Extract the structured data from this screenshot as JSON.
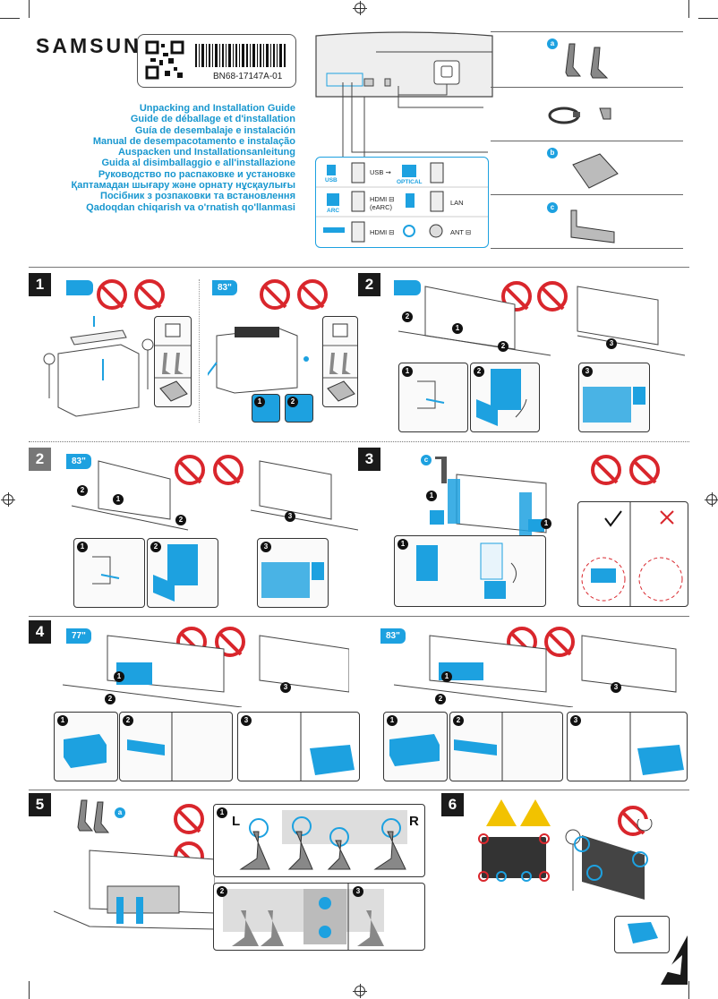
{
  "brand": "SAMSUNG",
  "model_code": "BN68-17147A-01",
  "titles": [
    "Unpacking and Installation Guide",
    "Guide de déballage et d'installation",
    "Guía de desembalaje e instalación",
    "Manual de desempacotamento e instalação",
    "Auspacken und Installationsanleitung",
    "Guida al disimballaggio e all'installazione",
    "Руководство по распаковке и установке",
    "Қаптамадан шығару және орнату нұсқаулығы",
    "Посібник з розпаковки та встановлення",
    "Qadoqdan chiqarish va o'rnatish qo'llanmasi"
  ],
  "ports": {
    "usb_label": "USB",
    "usb_power": "USB ⇝",
    "optical_label": "OPTICAL",
    "arc_label": "ARC",
    "hdmi_earc": "HDMI ⊟\n(eARC)",
    "lan": "LAN",
    "hdmi": "HDMI ⊟",
    "ant": "ANT ⊟"
  },
  "accessories": {
    "a": "a",
    "b": "b",
    "c": "c"
  },
  "steps": {
    "s1": "1",
    "s2": "2",
    "s2b": "2",
    "s3": "3",
    "s4": "4",
    "s5": "5",
    "s6": "6"
  },
  "sizes": {
    "size_83": "83\"",
    "size_77": "77\""
  },
  "sub_numbers": {
    "n1": "1",
    "n2": "2",
    "n3": "3"
  },
  "stand_labels": {
    "left": "L",
    "right": "R"
  },
  "colors": {
    "accent": "#1da1e0",
    "title_blue": "#1897cf",
    "warning_red": "#d9262c",
    "step_black": "#1a1a1a"
  }
}
